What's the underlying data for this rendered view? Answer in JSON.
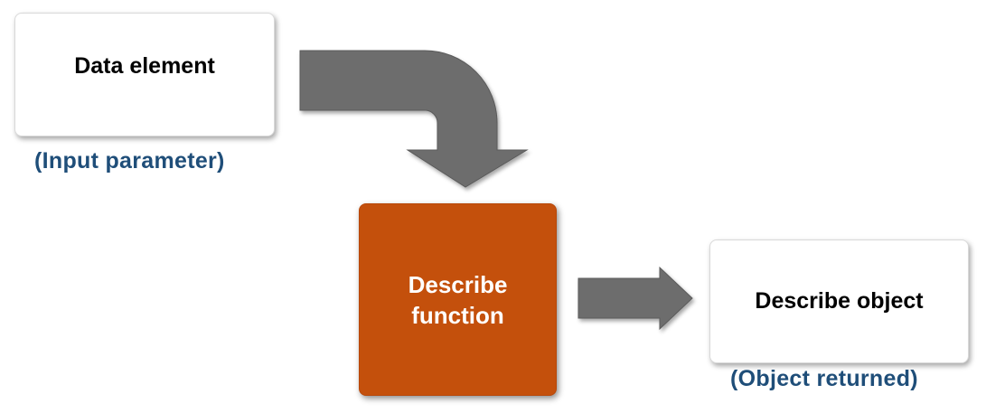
{
  "diagram": {
    "input_box": {
      "label": "Data element",
      "caption": "(Input parameter)"
    },
    "function_box": {
      "line1": "Describe",
      "line2": "function",
      "fill_color": "#c4500c"
    },
    "output_box": {
      "label": "Describe object",
      "caption": "(Object returned)"
    },
    "arrow_color": "#6d6d6d",
    "caption_color": "#1f4e79"
  }
}
